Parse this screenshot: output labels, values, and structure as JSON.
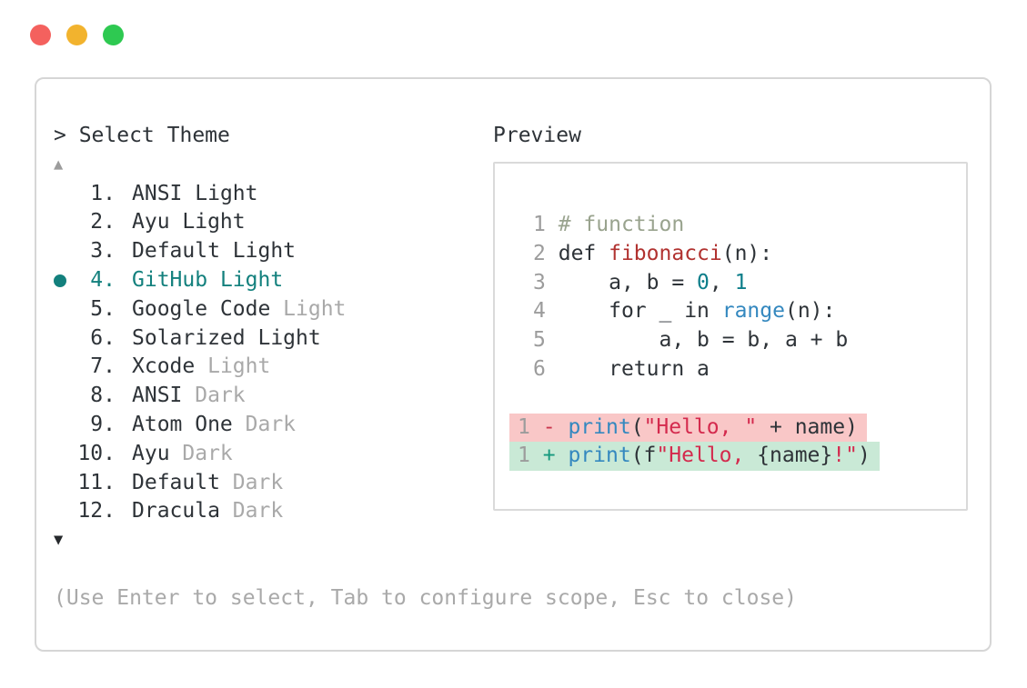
{
  "window": {
    "traffic_lights": [
      {
        "name": "close",
        "color": "#f4615e"
      },
      {
        "name": "minimize",
        "color": "#f2b32e"
      },
      {
        "name": "maximize",
        "color": "#2ec951"
      }
    ]
  },
  "header": {
    "prompt": "> Select Theme",
    "preview_label": "Preview"
  },
  "theme_list": {
    "scroll_up_icon": "▲",
    "scroll_down_icon": "▼",
    "items": [
      {
        "num": "1.",
        "name": "ANSI",
        "variant": "Light",
        "muted": false,
        "selected": false
      },
      {
        "num": "2.",
        "name": "Ayu",
        "variant": "Light",
        "muted": false,
        "selected": false
      },
      {
        "num": "3.",
        "name": "Default",
        "variant": "Light",
        "muted": false,
        "selected": false
      },
      {
        "num": "4.",
        "name": "GitHub",
        "variant": "Light",
        "muted": false,
        "selected": true
      },
      {
        "num": "5.",
        "name": "Google Code",
        "variant": "Light",
        "muted": true,
        "selected": false
      },
      {
        "num": "6.",
        "name": "Solarized",
        "variant": "Light",
        "muted": false,
        "selected": false
      },
      {
        "num": "7.",
        "name": "Xcode",
        "variant": "Light",
        "muted": true,
        "selected": false
      },
      {
        "num": "8.",
        "name": "ANSI",
        "variant": "Dark",
        "muted": true,
        "selected": false
      },
      {
        "num": "9.",
        "name": "Atom One",
        "variant": "Dark",
        "muted": true,
        "selected": false
      },
      {
        "num": "10.",
        "name": "Ayu",
        "variant": "Dark",
        "muted": true,
        "selected": false
      },
      {
        "num": "11.",
        "name": "Default",
        "variant": "Dark",
        "muted": true,
        "selected": false
      },
      {
        "num": "12.",
        "name": "Dracula",
        "variant": "Dark",
        "muted": true,
        "selected": false
      }
    ]
  },
  "preview": {
    "code_lines": [
      {
        "num": "1",
        "tokens": [
          {
            "text": "# function",
            "type": "comment"
          }
        ]
      },
      {
        "num": "2",
        "tokens": [
          {
            "text": "def ",
            "type": "plain"
          },
          {
            "text": "fibonacci",
            "type": "function"
          },
          {
            "text": "(n):",
            "type": "plain"
          }
        ]
      },
      {
        "num": "3",
        "tokens": [
          {
            "text": "    a, b = ",
            "type": "plain"
          },
          {
            "text": "0",
            "type": "number"
          },
          {
            "text": ", ",
            "type": "plain"
          },
          {
            "text": "1",
            "type": "number"
          }
        ]
      },
      {
        "num": "4",
        "tokens": [
          {
            "text": "    for _ in ",
            "type": "plain"
          },
          {
            "text": "range",
            "type": "call"
          },
          {
            "text": "(n):",
            "type": "plain"
          }
        ]
      },
      {
        "num": "5",
        "tokens": [
          {
            "text": "        a, b = b, a + b",
            "type": "plain"
          }
        ]
      },
      {
        "num": "6",
        "tokens": [
          {
            "text": "    return a",
            "type": "plain"
          }
        ]
      }
    ],
    "diff_lines": [
      {
        "num": "1",
        "sign": "-",
        "kind": "delete",
        "tokens": [
          {
            "text": "print",
            "type": "call"
          },
          {
            "text": "(",
            "type": "plain"
          },
          {
            "text": "\"Hello, \"",
            "type": "string"
          },
          {
            "text": " + name)",
            "type": "plain"
          }
        ]
      },
      {
        "num": "1",
        "sign": "+",
        "kind": "add",
        "tokens": [
          {
            "text": "print",
            "type": "call"
          },
          {
            "text": "(f",
            "type": "plain"
          },
          {
            "text": "\"Hello, ",
            "type": "string"
          },
          {
            "text": "{name}",
            "type": "plain"
          },
          {
            "text": "!\"",
            "type": "string"
          },
          {
            "text": ")",
            "type": "plain"
          }
        ]
      }
    ]
  },
  "footer": {
    "hint": "(Use Enter to select, Tab to configure scope, Esc to close)"
  },
  "colors": {
    "accent_teal": "#13807d",
    "text_dark": "#2e3338",
    "text_muted": "#a9a9a9",
    "diff_delete_bg": "#f9c7c7",
    "diff_add_bg": "#c9e9d6",
    "syntax": {
      "comment": "#99a38e",
      "function_def": "#b13230",
      "builtin_call": "#3488bf",
      "number_literal": "#0d7e8a",
      "string": "#d42a4d",
      "minus_sign": "#c9354c",
      "plus_sign": "#15997d"
    }
  }
}
